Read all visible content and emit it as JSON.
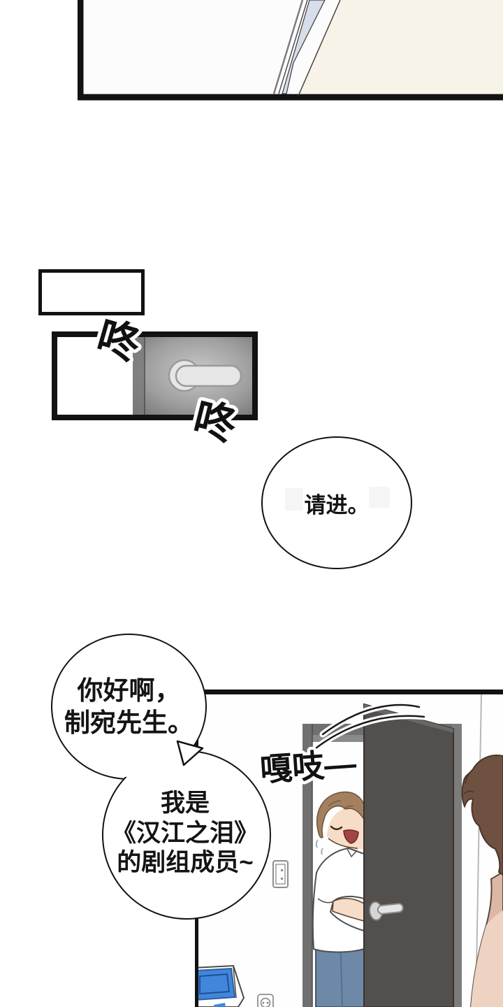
{
  "sfx": {
    "knock_1": "咚",
    "knock_2": "咚",
    "creak": "嘎吱—"
  },
  "dialogue": {
    "come_in": "请进。",
    "greeting": {
      "line1": "你好啊，",
      "line2": "制宛先生。"
    },
    "intro": {
      "line1": "我是",
      "line2": "《汉江之泪》",
      "line3": "的剧组成员~"
    }
  },
  "colors": {
    "panel_border": "#121212",
    "wall_cream": "#f8f3e8",
    "wedge_blue": "#d7dee9",
    "door_dark": "#534f4d",
    "door_frame_gray": "#707070",
    "handle_gray": "#e6e6e6",
    "peek_hair_brown": "#a3805f",
    "fg_hair_brown": "#6e5140",
    "skin": "#f7dcc8",
    "skin_shadow": "#ddb6a4",
    "jeans_blue": "#6d89a7",
    "box_blue": "#4286db",
    "mouth_red": "#a34444"
  }
}
